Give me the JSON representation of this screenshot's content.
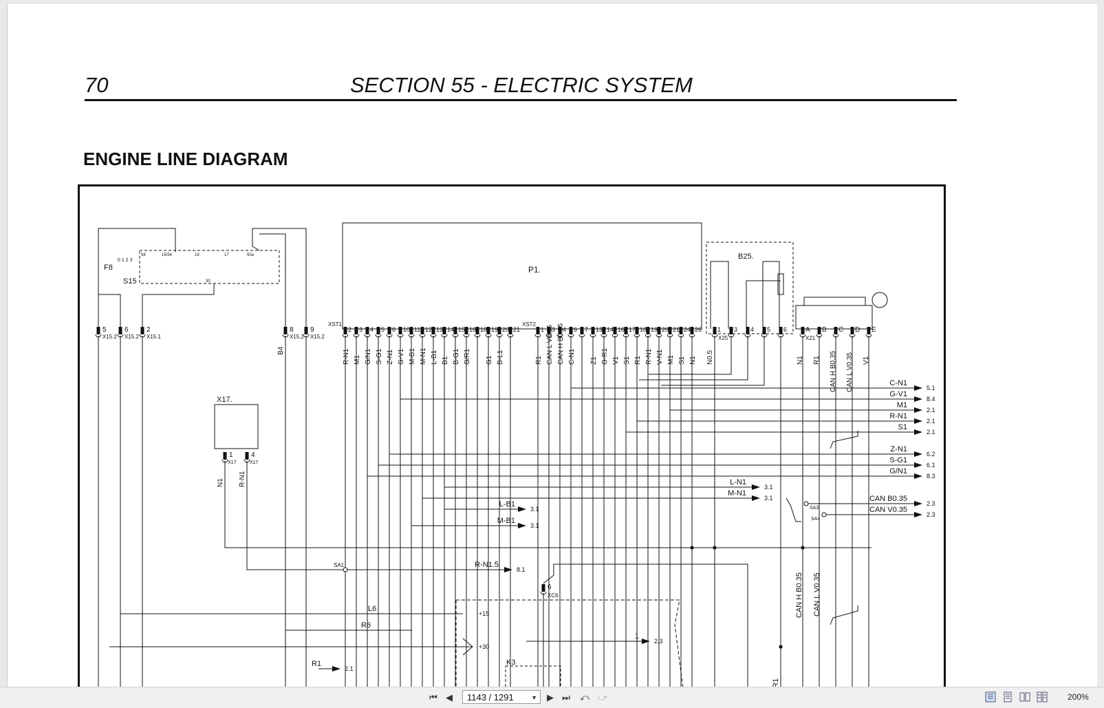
{
  "header": {
    "page_number": "70",
    "section_title": "SECTION 55 - ELECTRIC SYSTEM"
  },
  "subtitle": "ENGINE LINE DIAGRAM",
  "diagram": {
    "components": [
      "P1.",
      "B25.",
      "S15",
      "X17.",
      "F8",
      "K3"
    ],
    "connectors": [
      "XST1",
      "XST2",
      "X25",
      "X21",
      "X15.2",
      "X15.1",
      "X17",
      "XC6",
      "SA1",
      "SA3",
      "SA4"
    ],
    "xst1_pins": [
      "2",
      "3",
      "4",
      "5",
      "6",
      "10",
      "11",
      "12",
      "13",
      "14",
      "15",
      "16",
      "18",
      "19",
      "20",
      "21"
    ],
    "xst1_wires": [
      "R-N1",
      "M1",
      "G/N1",
      "S-G1",
      "Z-N1",
      "G-V1",
      "M-B1",
      "M-N1",
      "L-B1",
      "B1",
      "B-G1",
      "G/R1",
      "",
      "G1",
      "B-L1",
      ""
    ],
    "xst2_pins": [
      "1",
      "3",
      "4",
      "6",
      "7",
      "13",
      "14",
      "16",
      "17",
      "18",
      "19",
      "20",
      "21",
      "24",
      "26"
    ],
    "xst2_wires": [
      "R1",
      "CAN L V0.35",
      "CAN H B0.35",
      "C-N1",
      "",
      "Z1",
      "G-R1",
      "V1",
      "S1",
      "R1",
      "R-N1",
      "V-N1",
      "M1",
      "S1",
      "N1"
    ],
    "x25_pins": [
      "1",
      "3",
      "4",
      "5",
      "6"
    ],
    "x25_wires": [
      "N0.5"
    ],
    "x21_pins": [
      "A",
      "B",
      "C",
      "D",
      "E"
    ],
    "x21_wires": [
      "N1",
      "R1",
      "CAN H B0.35",
      "CAN L V0.35",
      "V1"
    ],
    "left_pins": [
      "5",
      "6",
      "2",
      "8",
      "9"
    ],
    "left_pin_labels": [
      "X15.2",
      "X15.2",
      "X15.1",
      "X15.2",
      "X15.2"
    ],
    "left_wire": "B4",
    "s15_terminals": [
      "58",
      "15/54",
      "19",
      "17",
      "50a",
      "30"
    ],
    "f8_positions": "0 1 2 3",
    "x17_pins": [
      "1",
      "4"
    ],
    "x17_wires": [
      "N1",
      "R-N1"
    ],
    "outputs_right": [
      {
        "wire": "C-N1",
        "ref": "5.1"
      },
      {
        "wire": "G-V1",
        "ref": "8.4"
      },
      {
        "wire": "M1",
        "ref": "2.1"
      },
      {
        "wire": "R-N1",
        "ref": "2.1"
      },
      {
        "wire": "S1",
        "ref": "2.1"
      },
      {
        "wire": "Z-N1",
        "ref": "6.2"
      },
      {
        "wire": "S-G1",
        "ref": "6.1"
      },
      {
        "wire": "G/N1",
        "ref": "8.3"
      },
      {
        "wire": "CAN B0.35",
        "ref": "2.3"
      },
      {
        "wire": "CAN V0.35",
        "ref": "2.3"
      }
    ],
    "outputs_mid": [
      {
        "wire": "L-N1",
        "ref": "3.1"
      },
      {
        "wire": "M-N1",
        "ref": "3.1"
      },
      {
        "wire": "L-B1",
        "ref": "3.1"
      },
      {
        "wire": "M-B1",
        "ref": "3.1"
      },
      {
        "wire": "R-N1.5",
        "ref": "8.1"
      },
      {
        "wire": "1",
        "ref": "2.3"
      }
    ],
    "bottom_wires": [
      "L6",
      "R6",
      "R1"
    ],
    "bottom_refs": [
      "+15",
      "+30",
      "2.1"
    ],
    "bottom_vertical_labels": [
      "CAN H B0.35",
      "CAN L V0.35",
      "R1"
    ],
    "xc6_pin": "6"
  },
  "toolbar": {
    "page_indicator": "1143 / 1291",
    "zoom": "200%"
  }
}
